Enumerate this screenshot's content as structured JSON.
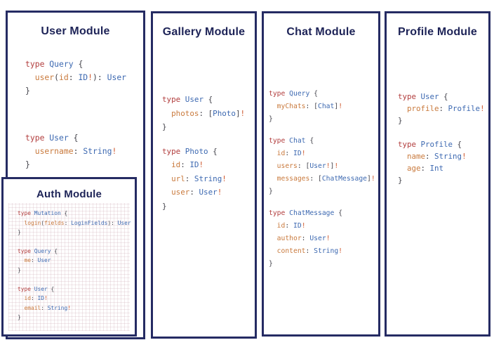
{
  "titles": {
    "user": "User Module",
    "auth": "Auth Module",
    "gallery": "Gallery Module",
    "chat": "Chat Module",
    "profile": "Profile Module"
  },
  "colors": {
    "panel_border_navy": "#252b63",
    "title_navy": "#1d2357",
    "keyword_red": "#b23e3e",
    "type_blue": "#3d69b1",
    "field_orange": "#c97a3d",
    "bang_orange_red": "#cf5a30",
    "punctuation_gray": "#45454d",
    "background": "#ffffff"
  },
  "code": {
    "user": [
      [
        [
          [
            "k",
            "type "
          ],
          [
            "t",
            "Query "
          ],
          [
            "p",
            "{"
          ]
        ],
        [
          [
            "p",
            "  "
          ],
          [
            "f",
            "user"
          ],
          [
            "p",
            "("
          ],
          [
            "f",
            "id"
          ],
          [
            "p",
            ": "
          ],
          [
            "t",
            "ID"
          ],
          [
            "b",
            "!"
          ],
          [
            "p",
            "): "
          ],
          [
            "t",
            "User"
          ]
        ],
        [
          [
            "p",
            "}"
          ]
        ]
      ],
      [
        [
          [
            "k",
            "type "
          ],
          [
            "t",
            "User "
          ],
          [
            "p",
            "{"
          ]
        ],
        [
          [
            "p",
            "  "
          ],
          [
            "f",
            "username"
          ],
          [
            "p",
            ": "
          ],
          [
            "t",
            "String"
          ],
          [
            "b",
            "!"
          ]
        ],
        [
          [
            "p",
            "}"
          ]
        ]
      ]
    ],
    "auth": [
      [
        [
          [
            "k",
            "type "
          ],
          [
            "t",
            "Mutation "
          ],
          [
            "p",
            "{"
          ]
        ],
        [
          [
            "p",
            "  "
          ],
          [
            "f",
            "login"
          ],
          [
            "p",
            "("
          ],
          [
            "f",
            "fields"
          ],
          [
            "p",
            ": "
          ],
          [
            "t",
            "LoginFields"
          ],
          [
            "p",
            "): "
          ],
          [
            "t",
            "User"
          ]
        ],
        [
          [
            "p",
            "}"
          ]
        ]
      ],
      [
        [
          [
            "k",
            "type "
          ],
          [
            "t",
            "Query "
          ],
          [
            "p",
            "{"
          ]
        ],
        [
          [
            "p",
            "  "
          ],
          [
            "f",
            "me"
          ],
          [
            "p",
            ": "
          ],
          [
            "t",
            "User"
          ]
        ],
        [
          [
            "p",
            "}"
          ]
        ]
      ],
      [
        [
          [
            "k",
            "type "
          ],
          [
            "t",
            "User "
          ],
          [
            "p",
            "{"
          ]
        ],
        [
          [
            "p",
            "  "
          ],
          [
            "f",
            "id"
          ],
          [
            "p",
            ": "
          ],
          [
            "t",
            "ID"
          ],
          [
            "b",
            "!"
          ]
        ],
        [
          [
            "p",
            "  "
          ],
          [
            "f",
            "email"
          ],
          [
            "p",
            ": "
          ],
          [
            "t",
            "String"
          ],
          [
            "b",
            "!"
          ]
        ],
        [
          [
            "p",
            "}"
          ]
        ]
      ]
    ],
    "gallery": [
      [
        [
          [
            "k",
            "type "
          ],
          [
            "t",
            "User "
          ],
          [
            "p",
            "{"
          ]
        ],
        [
          [
            "p",
            "  "
          ],
          [
            "f",
            "photos"
          ],
          [
            "p",
            ": ["
          ],
          [
            "t",
            "Photo"
          ],
          [
            "p",
            "]"
          ],
          [
            "b",
            "!"
          ]
        ],
        [
          [
            "p",
            "}"
          ]
        ]
      ],
      [
        [
          [
            "k",
            "type "
          ],
          [
            "t",
            "Photo "
          ],
          [
            "p",
            "{"
          ]
        ],
        [
          [
            "p",
            "  "
          ],
          [
            "f",
            "id"
          ],
          [
            "p",
            ": "
          ],
          [
            "t",
            "ID"
          ],
          [
            "b",
            "!"
          ]
        ],
        [
          [
            "p",
            "  "
          ],
          [
            "f",
            "url"
          ],
          [
            "p",
            ": "
          ],
          [
            "t",
            "String"
          ],
          [
            "b",
            "!"
          ]
        ],
        [
          [
            "p",
            "  "
          ],
          [
            "f",
            "user"
          ],
          [
            "p",
            ": "
          ],
          [
            "t",
            "User"
          ],
          [
            "b",
            "!"
          ]
        ],
        [
          [
            "p",
            "}"
          ]
        ]
      ]
    ],
    "chat": [
      [
        [
          [
            "k",
            "type "
          ],
          [
            "t",
            "Query "
          ],
          [
            "p",
            "{"
          ]
        ],
        [
          [
            "p",
            "  "
          ],
          [
            "f",
            "myChats"
          ],
          [
            "p",
            ": ["
          ],
          [
            "t",
            "Chat"
          ],
          [
            "p",
            "]"
          ],
          [
            "b",
            "!"
          ]
        ],
        [
          [
            "p",
            "}"
          ]
        ]
      ],
      [
        [
          [
            "k",
            "type "
          ],
          [
            "t",
            "Chat "
          ],
          [
            "p",
            "{"
          ]
        ],
        [
          [
            "p",
            "  "
          ],
          [
            "f",
            "id"
          ],
          [
            "p",
            ": "
          ],
          [
            "t",
            "ID"
          ],
          [
            "b",
            "!"
          ]
        ],
        [
          [
            "p",
            "  "
          ],
          [
            "f",
            "users"
          ],
          [
            "p",
            ": ["
          ],
          [
            "t",
            "User"
          ],
          [
            "b",
            "!"
          ],
          [
            "p",
            "]"
          ],
          [
            "b",
            "!"
          ]
        ],
        [
          [
            "p",
            "  "
          ],
          [
            "f",
            "messages"
          ],
          [
            "p",
            ": ["
          ],
          [
            "t",
            "ChatMessage"
          ],
          [
            "p",
            "]"
          ],
          [
            "b",
            "!"
          ]
        ],
        [
          [
            "p",
            "}"
          ]
        ]
      ],
      [
        [
          [
            "k",
            "type "
          ],
          [
            "t",
            "ChatMessage "
          ],
          [
            "p",
            "{"
          ]
        ],
        [
          [
            "p",
            "  "
          ],
          [
            "f",
            "id"
          ],
          [
            "p",
            ": "
          ],
          [
            "t",
            "ID"
          ],
          [
            "b",
            "!"
          ]
        ],
        [
          [
            "p",
            "  "
          ],
          [
            "f",
            "author"
          ],
          [
            "p",
            ": "
          ],
          [
            "t",
            "User"
          ],
          [
            "b",
            "!"
          ]
        ],
        [
          [
            "p",
            "  "
          ],
          [
            "f",
            "content"
          ],
          [
            "p",
            ": "
          ],
          [
            "t",
            "String"
          ],
          [
            "b",
            "!"
          ]
        ],
        [
          [
            "p",
            "}"
          ]
        ]
      ]
    ],
    "profile": [
      [
        [
          [
            "k",
            "type "
          ],
          [
            "t",
            "User "
          ],
          [
            "p",
            "{"
          ]
        ],
        [
          [
            "p",
            "  "
          ],
          [
            "f",
            "profile"
          ],
          [
            "p",
            ": "
          ],
          [
            "t",
            "Profile"
          ],
          [
            "b",
            "!"
          ]
        ],
        [
          [
            "p",
            "}"
          ]
        ]
      ],
      [
        [
          [
            "k",
            "type "
          ],
          [
            "t",
            "Profile "
          ],
          [
            "p",
            "{"
          ]
        ],
        [
          [
            "p",
            "  "
          ],
          [
            "f",
            "name"
          ],
          [
            "p",
            ": "
          ],
          [
            "t",
            "String"
          ],
          [
            "b",
            "!"
          ]
        ],
        [
          [
            "p",
            "  "
          ],
          [
            "f",
            "age"
          ],
          [
            "p",
            ": "
          ],
          [
            "t",
            "Int"
          ]
        ],
        [
          [
            "p",
            "}"
          ]
        ]
      ]
    ]
  }
}
